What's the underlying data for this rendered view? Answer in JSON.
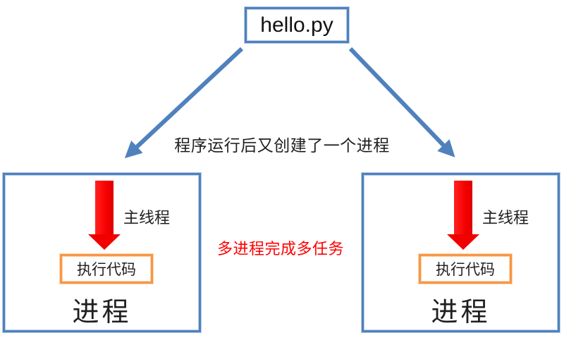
{
  "diagram": {
    "title_box": {
      "label": "hello.py"
    },
    "caption": "程序运行后又创建了一个进程",
    "center_note": "多进程完成多任务",
    "colors": {
      "accent_blue": "#4F81BD",
      "arrow_red": "#F20000",
      "code_box_orange": "#F79646",
      "note_red": "#FF0000",
      "text_black": "#1F1F1F"
    },
    "processes": [
      {
        "main_thread_label": "主线程",
        "code_box_label": "执行代码",
        "box_label": "进程"
      },
      {
        "main_thread_label": "主线程",
        "code_box_label": "执行代码",
        "box_label": "进程"
      }
    ]
  }
}
